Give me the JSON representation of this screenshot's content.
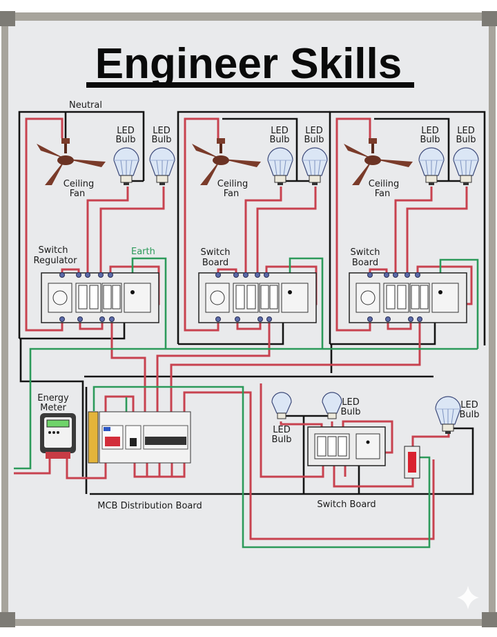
{
  "title": "Engineer Skills",
  "labels": {
    "neutral": "Neutral",
    "earth": "Earth",
    "led_line1": "LED",
    "led_line2": "Bulb",
    "fan_line1": "Ceiling",
    "fan_line2": "Fan",
    "switch_regulator_line1": "Switch",
    "switch_regulator_line2": "Regulator",
    "switch_board_line1": "Switch",
    "switch_board_line2": "Board",
    "energy_meter_line1": "Energy",
    "energy_meter_line2": "Meter",
    "mcb_board": "MCB Distribution Board",
    "switch_board_bottom": "Switch Board"
  },
  "rooms": [
    {
      "id": "room-1",
      "switch_label_1": "Switch",
      "switch_label_2": "Regulator",
      "bulbs": 2,
      "fan": true,
      "socket": true
    },
    {
      "id": "room-2",
      "switch_label_1": "Switch",
      "switch_label_2": "Board",
      "bulbs": 2,
      "fan": true,
      "socket": true
    },
    {
      "id": "room-3",
      "switch_label_1": "Switch",
      "switch_label_2": "Board",
      "bulbs": 2,
      "fan": true,
      "socket": true
    }
  ],
  "bottom_circuit": {
    "bulbs": 3,
    "switches": 3,
    "socket": true,
    "isolator_switch": true
  },
  "mcb": {
    "main_switch": "DP",
    "rccb": 1,
    "mcbs": 4
  },
  "colors": {
    "phase": "#c8424f",
    "neutral": "#141414",
    "earth": "#2c9a5a",
    "fan": "#7a3b2a",
    "bulb": "#d9e6f7",
    "busbar": "#e4b43a",
    "board": "#e9eaec",
    "frame": "#a7a49c"
  }
}
